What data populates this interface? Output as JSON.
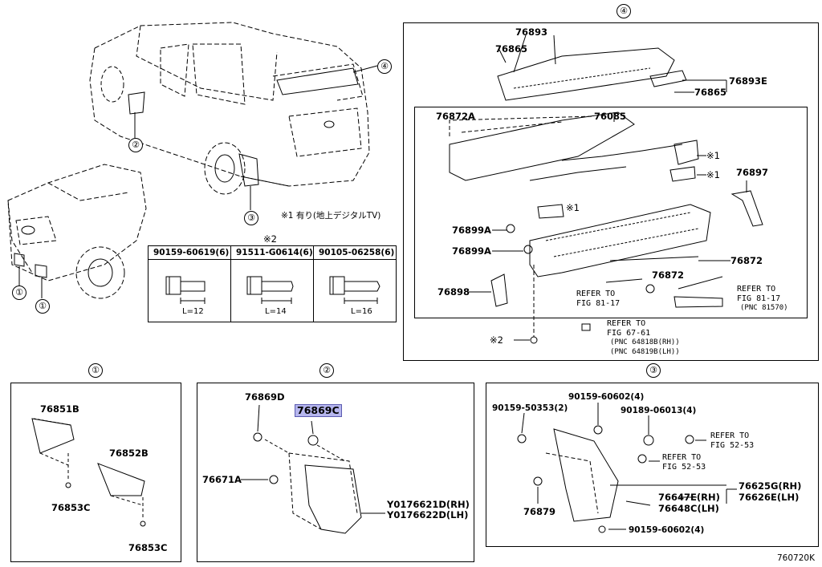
{
  "diagram_id": "760720K",
  "callouts": {
    "c1": "①",
    "c2": "②",
    "c3": "③",
    "c4": "④"
  },
  "vehicle_note": "※1 有り(地上デジタルTV)",
  "bolt_table": {
    "mark": "※2",
    "columns": [
      {
        "part": "90159-60619(6)",
        "length": "L=12"
      },
      {
        "part": "91511-G0614(6)",
        "length": "L=14"
      },
      {
        "part": "90105-06258(6)",
        "length": "L=16"
      }
    ]
  },
  "section4": {
    "labels": {
      "p76893": "76893",
      "p76865a": "76865",
      "p76893E": "76893E",
      "p76865b": "76865",
      "p76872A": "76872A",
      "p76085": "76085",
      "mark1a": "※1",
      "mark1b": "※1",
      "mark1c": "※1",
      "p76897": "76897",
      "p76899A_1": "76899A",
      "p76899A_2": "76899A",
      "p76872_1": "76872",
      "p76872_2": "76872",
      "p76898": "76898",
      "mark2": "※2"
    },
    "refs": {
      "ref1_l1": "REFER TO",
      "ref1_l2": "FIG 81-17",
      "ref2_l1": "REFER TO",
      "ref2_l2": "FIG 81-17",
      "ref2_l3": "(PNC 81570)",
      "ref3_l1": "REFER TO",
      "ref3_l2": "FIG 67-61",
      "ref3_l3": "(PNC 64818B(RH))",
      "ref3_l4": "(PNC 64819B(LH))"
    }
  },
  "section1": {
    "p76851B": "76851B",
    "p76852B": "76852B",
    "p76853C_1": "76853C",
    "p76853C_2": "76853C"
  },
  "section2": {
    "p76869D": "76869D",
    "p76869C": "76869C",
    "p76671A": "76671A",
    "pY1": "Y0176621D(RH)",
    "pY2": "Y0176622D(LH)"
  },
  "section3": {
    "p90159_50353": "90159-50353(2)",
    "p90159_60602a": "90159-60602(4)",
    "p90189": "90189-06013(4)",
    "ref1_l1": "REFER TO",
    "ref1_l2": "FIG 52-53",
    "ref2_l1": "REFER TO",
    "ref2_l2": "FIG 52-53",
    "p76625G": "76625G(RH)",
    "p76626E": "76626E(LH)",
    "p76647E": "76647E(RH)",
    "p76648C": "76648C(LH)",
    "p76879": "76879",
    "p90159_60602b": "90159-60602(4)"
  }
}
